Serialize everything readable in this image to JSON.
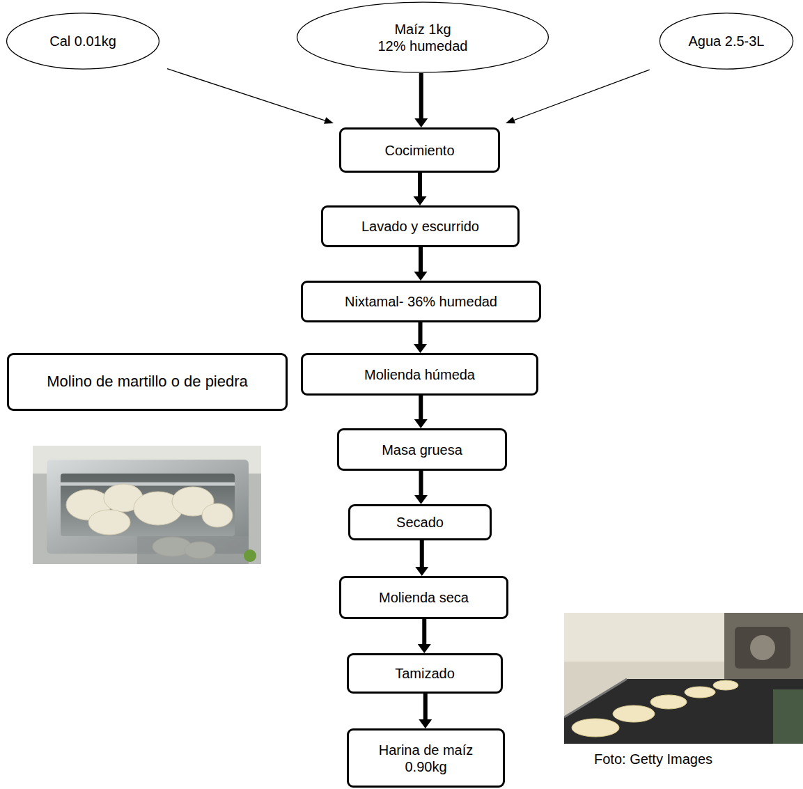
{
  "diagram": {
    "nodes": [
      {
        "text": [
          "Cal 0.01kg"
        ]
      },
      {
        "text": [
          "Maíz 1kg 12% humedad"
        ]
      },
      {
        "text": [
          "Agua 2.5-3L"
        ]
      },
      {
        "text": [
          "Cocimiento"
        ]
      },
      {
        "text": [
          "Lavado y escurrido"
        ]
      },
      {
        "text": [
          "Nixtamal- 36% humedad"
        ]
      },
      {
        "text": [
          "Molino de martillo o de piedra"
        ]
      },
      {
        "text": [
          "Molienda húmeda"
        ]
      },
      {
        "text": [
          "Masa gruesa"
        ]
      },
      {
        "text": [
          "Secado"
        ]
      },
      {
        "text": [
          "Molienda seca"
        ]
      },
      {
        "text": [
          "Tamizado"
        ]
      },
      {
        "text": [
          "Harina de maíz 0.90kg"
        ]
      }
    ],
    "edges": [
      {
        "from": 0,
        "to": 3,
        "arrow": "to"
      },
      {
        "from": 1,
        "to": 3,
        "arrow": "to"
      },
      {
        "from": 2,
        "to": 3,
        "arrow": "to"
      },
      {
        "from": 3,
        "to": 4,
        "arrow": "to"
      },
      {
        "from": 4,
        "to": 5,
        "arrow": "to"
      },
      {
        "from": 5,
        "to": 7,
        "arrow": "to"
      },
      {
        "from": 7,
        "to": 8,
        "arrow": "to"
      },
      {
        "from": 8,
        "to": 9,
        "arrow": "to"
      },
      {
        "from": 9,
        "to": 10,
        "arrow": "to"
      },
      {
        "from": 10,
        "to": 11,
        "arrow": "to"
      },
      {
        "from": 11,
        "to": 12,
        "arrow": "to"
      }
    ],
    "labels": [
      "Foto: Getty Images"
    ]
  }
}
